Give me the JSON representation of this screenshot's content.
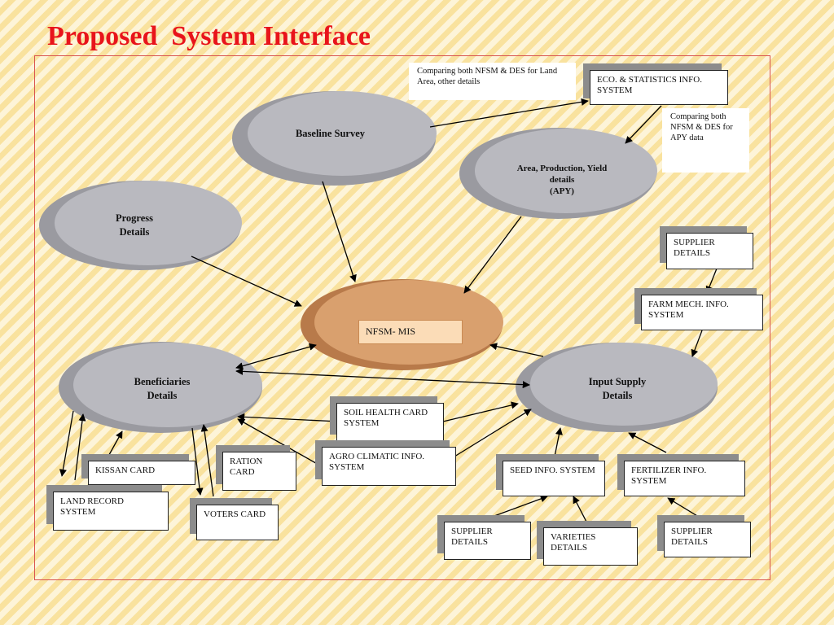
{
  "title": "Proposed  System Interface",
  "colors": {
    "title": "#e8141b",
    "frame_border": "#d9534f",
    "oval_fill": "#b9b9bf",
    "center_oval_fill": "#d9a06e",
    "background": "#fbe7a8"
  },
  "nodes": {
    "baseline_survey": "Baseline Survey",
    "apy": [
      "Area, Production, Yield",
      "details",
      "(APY)"
    ],
    "progress": [
      "Progress",
      "Details"
    ],
    "nfsm_mis": "NFSM- MIS",
    "beneficiaries": [
      "Beneficiaries",
      "Details"
    ],
    "input_supply": [
      "Input Supply",
      "Details"
    ]
  },
  "notes": {
    "land_area": "Comparing both NFSM & DES for Land Area, other details",
    "apy_data": "Comparing both NFSM & DES for APY data"
  },
  "boxes": {
    "eco_stats": "ECO. & STATISTICS INFO. SYSTEM",
    "supplier_top": "SUPPLIER DETAILS",
    "farm_mech": "FARM MECH. INFO. SYSTEM",
    "soil_health": "SOIL HEALTH CARD SYSTEM",
    "agro_climatic": "AGRO CLIMATIC INFO. SYSTEM",
    "kissan": "KISSAN CARD",
    "land_record": "LAND RECORD SYSTEM",
    "ration": "RATION CARD",
    "voters": "VOTERS CARD",
    "seed": "SEED INFO. SYSTEM",
    "fertilizer": "FERTILIZER INFO. SYSTEM",
    "supplier_seed": "SUPPLIER DETAILS",
    "varieties": "VARIETIES DETAILS",
    "supplier_fert": "SUPPLIER DETAILS"
  }
}
